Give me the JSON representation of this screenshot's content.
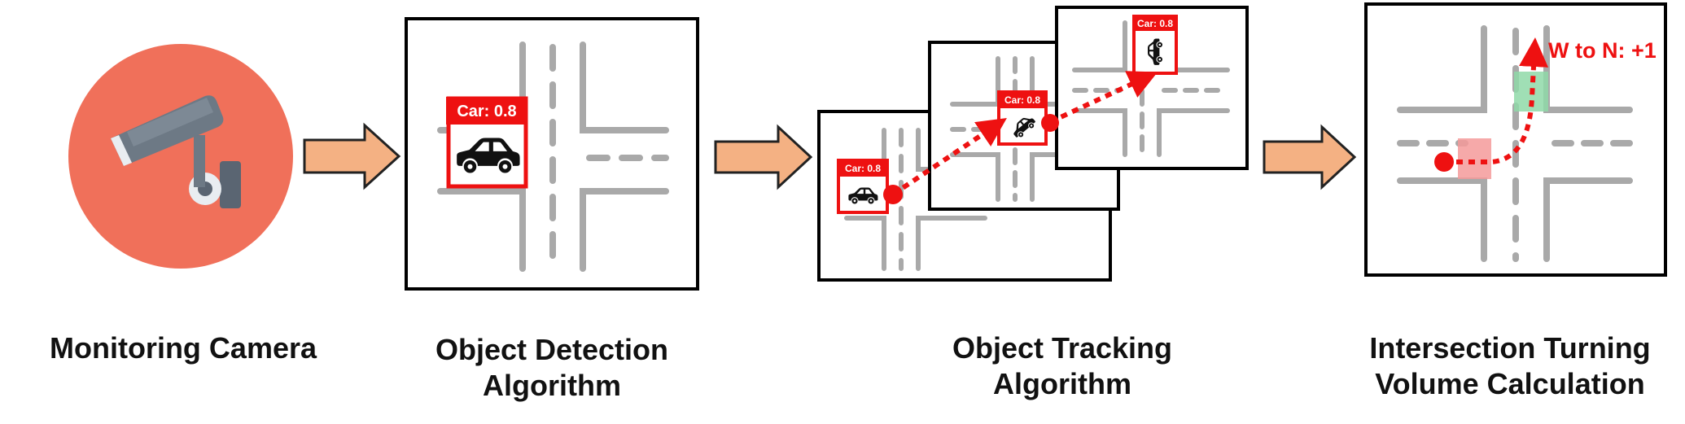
{
  "colors": {
    "accent_red": "#ee1111",
    "camera_circle": "#f0705a",
    "arrow_fill": "#f4b183",
    "arrow_stroke": "#222222",
    "road_gray": "#a9a9a9",
    "green_zone": "#8fd9a8",
    "red_zone": "#f59a9a"
  },
  "icons": {
    "camera": "security-camera-icon",
    "car": "car-icon"
  },
  "stages": [
    {
      "id": "camera",
      "caption_lines": [
        "Monitoring Camera"
      ]
    },
    {
      "id": "detection",
      "caption_lines": [
        "Object Detection",
        "Algorithm"
      ],
      "label": "Car: 0.8"
    },
    {
      "id": "tracking",
      "caption_lines": [
        "Object Tracking",
        "Algorithm"
      ],
      "frame_labels": [
        "Car: 0.8",
        "Car: 0.8",
        "Car: 0.8"
      ]
    },
    {
      "id": "turning",
      "caption_lines": [
        "Intersection Turning",
        "Volume Calculation"
      ],
      "count_label": "W to N: +1"
    }
  ]
}
